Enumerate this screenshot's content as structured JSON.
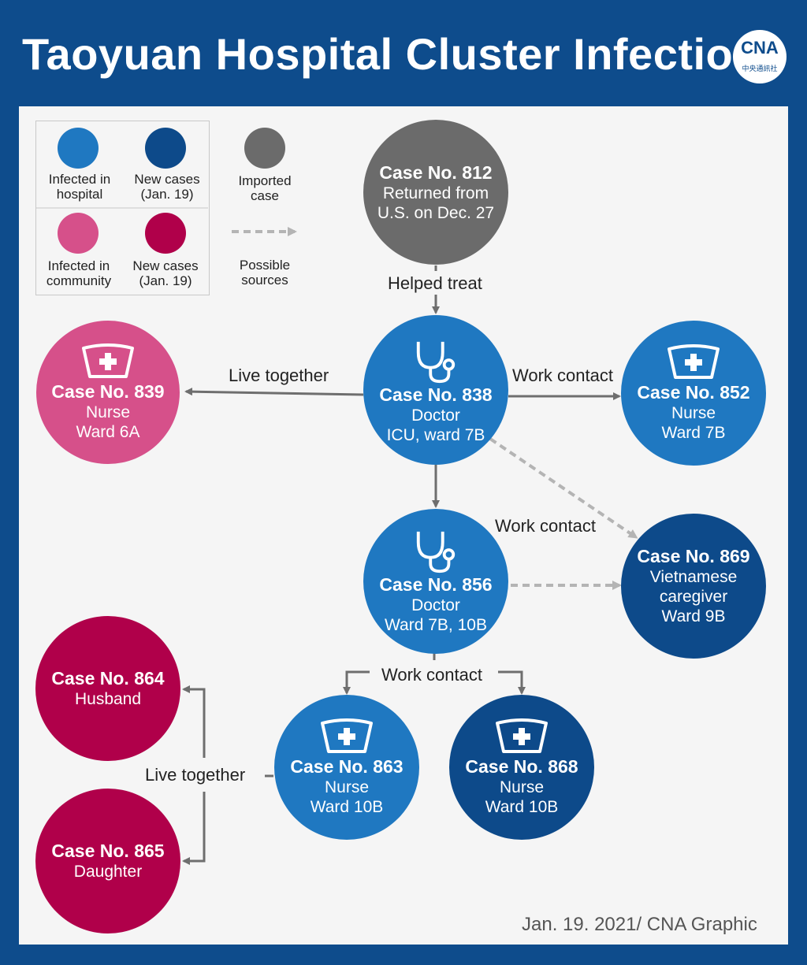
{
  "title": "Taoyuan Hospital Cluster Infection",
  "logo": {
    "mark": "CNA",
    "sub": "中央通訊社"
  },
  "colors": {
    "hospital": "#1f78c1",
    "new_hospital": "#0d4a8a",
    "imported": "#6b6b6b",
    "community": "#d6508a",
    "new_community": "#b0004a",
    "header": "#0e4c8c"
  },
  "legend": {
    "hospital": "Infected in hospital",
    "new_hospital": "New cases (Jan. 19)",
    "imported": "Imported case",
    "community": "Infected in community",
    "new_community": "New cases (Jan. 19)",
    "possible": "Possible sources"
  },
  "nodes": {
    "c812": {
      "case": "Case No. 812",
      "l1": "Returned from",
      "l2": "U.S. on Dec. 27"
    },
    "c838": {
      "case": "Case No. 838",
      "l1": "Doctor",
      "l2": "ICU, ward 7B",
      "icon": "stethoscope-icon"
    },
    "c839": {
      "case": "Case No. 839",
      "l1": "Nurse",
      "l2": "Ward 6A",
      "icon": "nurse-cap-icon"
    },
    "c852": {
      "case": "Case No. 852",
      "l1": "Nurse",
      "l2": "Ward 7B",
      "icon": "nurse-cap-icon"
    },
    "c856": {
      "case": "Case No. 856",
      "l1": "Doctor",
      "l2": "Ward 7B, 10B",
      "icon": "stethoscope-icon"
    },
    "c869": {
      "case": "Case No. 869",
      "l1": "Vietnamese",
      "l2": "caregiver",
      "l3": "Ward 9B"
    },
    "c863": {
      "case": "Case No. 863",
      "l1": "Nurse",
      "l2": "Ward 10B",
      "icon": "nurse-cap-icon"
    },
    "c868": {
      "case": "Case No. 868",
      "l1": "Nurse",
      "l2": "Ward 10B",
      "icon": "nurse-cap-icon"
    },
    "c864": {
      "case": "Case No. 864",
      "l1": "Husband"
    },
    "c865": {
      "case": "Case No. 865",
      "l1": "Daughter"
    }
  },
  "edges": {
    "helped_treat": "Helped treat",
    "live_together_1": "Live together",
    "work_contact_852": "Work contact",
    "work_contact_869": "Work contact",
    "work_contact_856": "Work contact",
    "live_together_2": "Live together"
  },
  "footer": "Jan. 19. 2021/ CNA Graphic"
}
